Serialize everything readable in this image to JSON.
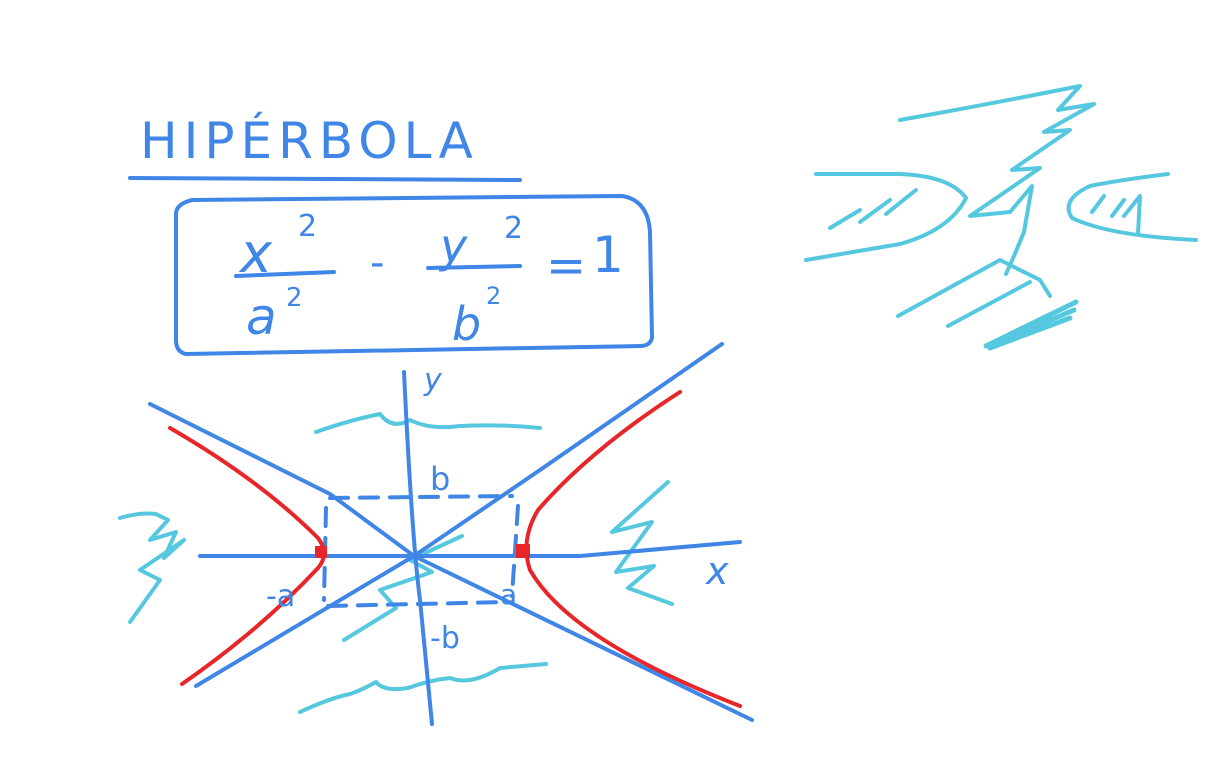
{
  "title": "HIPÉRBOLA",
  "equation": {
    "x_term": "x",
    "x_exp": "2",
    "a_term": "a",
    "a_exp": "2",
    "minus": "-",
    "y_term": "y",
    "y_exp": "2",
    "b_term": "b",
    "b_exp": "2",
    "equals": "=",
    "rhs": "1"
  },
  "axes": {
    "x_label": "x",
    "y_label": "y"
  },
  "markers": {
    "b_top": "b",
    "b_bottom": "-b",
    "a_left": "-a",
    "a_right": "a"
  },
  "colors": {
    "ink_blue": "#3f86e6",
    "curve_red": "#e8262a",
    "scribble_cyan": "#55c8e0",
    "background": "#ffffff"
  }
}
